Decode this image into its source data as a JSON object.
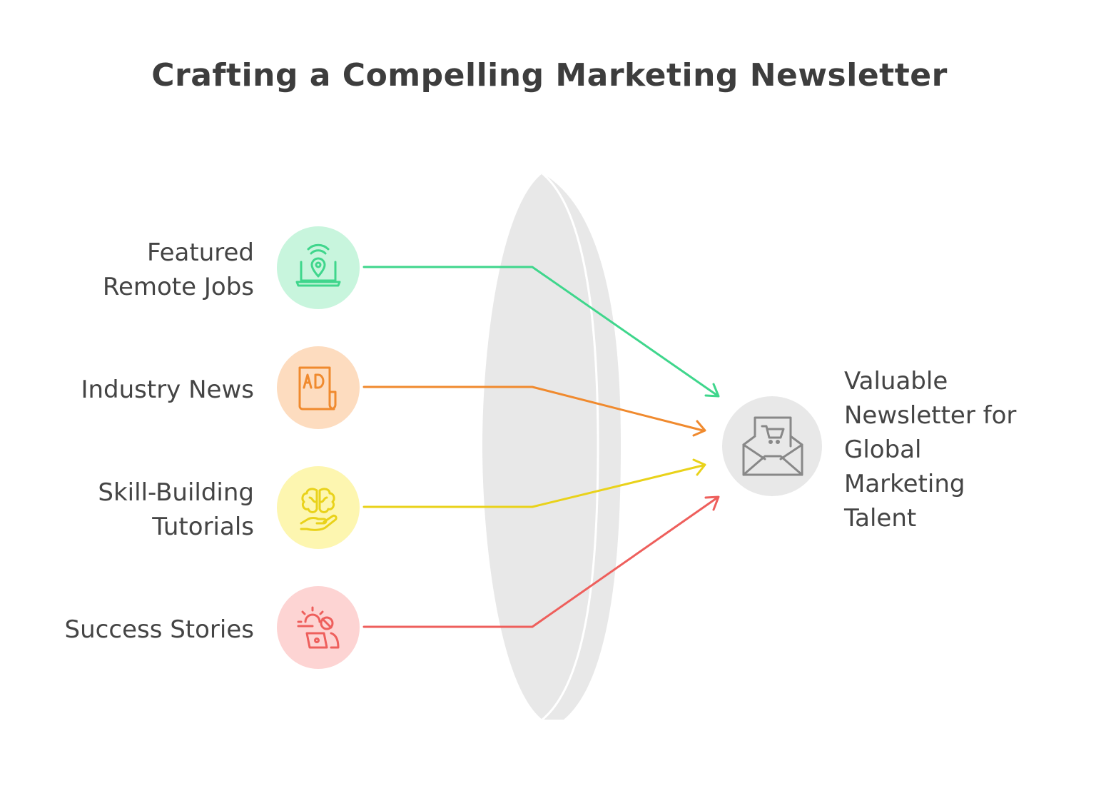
{
  "title": "Crafting a Compelling Marketing Newsletter",
  "inputs": [
    {
      "label": "Featured\nRemote Jobs",
      "icon": "laptop-location-icon",
      "color": "#3fd68c",
      "bg": "#c8f5dd"
    },
    {
      "label": "Industry News",
      "icon": "ad-newspaper-icon",
      "color": "#f08a2e",
      "bg": "#fddcbf"
    },
    {
      "label": "Skill-Building\nTutorials",
      "icon": "brain-hand-icon",
      "color": "#e9d21a",
      "bg": "#fdf6b0"
    },
    {
      "label": "Success Stories",
      "icon": "sun-person-laptop-icon",
      "color": "#ee5f5c",
      "bg": "#fdd4d3"
    }
  ],
  "output": {
    "label": "Valuable\nNewsletter for\nGlobal\nMarketing\nTalent",
    "icon": "envelope-cart-icon",
    "color": "#888888",
    "bg": "#e8e8e8"
  },
  "lens_color": "#e6e6e6"
}
